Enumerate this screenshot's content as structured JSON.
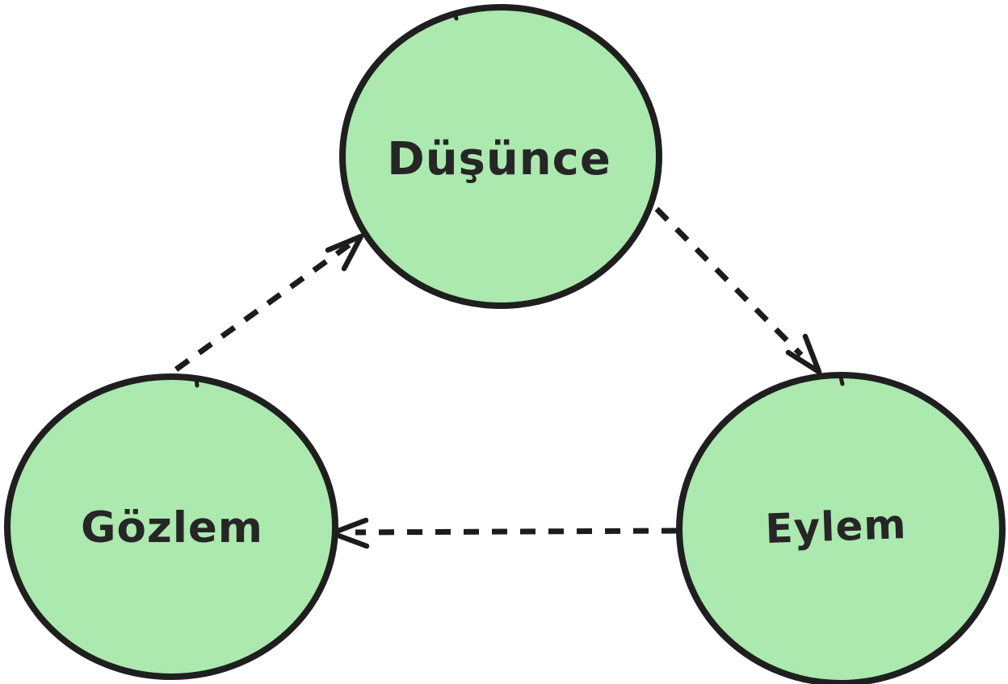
{
  "diagram": {
    "type": "cycle",
    "background_color": "#ffffff",
    "colors": {
      "node_fill": "#abe9af",
      "node_stroke": "#1f1f1f",
      "label_text": "#262626",
      "edge_stroke": "#1c1c1c"
    },
    "nodes": [
      {
        "id": "dusunce",
        "label": "Düşünce"
      },
      {
        "id": "gozlem",
        "label": "Gözlem"
      },
      {
        "id": "eylem",
        "label": "Eylem"
      }
    ],
    "edges": [
      {
        "from": "dusunce",
        "to": "eylem",
        "style": "dashed",
        "arrow": "end"
      },
      {
        "from": "eylem",
        "to": "gozlem",
        "style": "dashed",
        "arrow": "end"
      },
      {
        "from": "gozlem",
        "to": "dusunce",
        "style": "dashed",
        "arrow": "end"
      }
    ]
  }
}
